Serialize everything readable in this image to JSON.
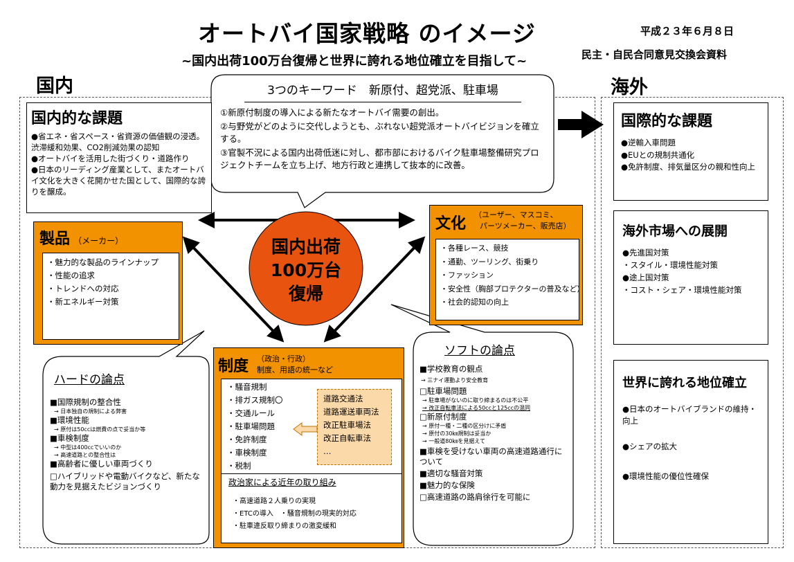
{
  "header": {
    "title": "オートバイ国家戦略 のイメージ",
    "subtitle": "~国内出荷100万台復帰と世界に誇れる地位確立を目指して~",
    "date": "平成２３年６月８日",
    "meeting": "民主・自民合同意見交換会資料"
  },
  "regions": {
    "domestic": "国内",
    "overseas": "海外"
  },
  "keywords": {
    "title": "3つのキーワード　新原付、超党派、駐車場",
    "items": [
      "①新原付制度の導入による新たなオートバイ需要の創出。",
      "②与野党がどのように交代しようとも、ぶれない超党派オートバイビジョンを確立する。",
      "③官製不況による国内出荷低迷に対し、都市部におけるバイク駐車場整備研究プロジェクトチームを立ち上げ、地方行政と連携して抜本的に改善。"
    ]
  },
  "domestic_issues": {
    "title": "国内的な課題",
    "items": [
      "●省エネ・省スペース・省資源の価値観の浸透。渋滞緩和効果、CO2削減効果の認知",
      "●オートバイを活用した街づくり・道路作り",
      "●日本のリーディング産業として、またオートバイ文化を大きく花開かせた国として、国際的な誇りを醸成。"
    ]
  },
  "center": {
    "line1": "国内出荷",
    "line2": "100万台",
    "line3": "復帰"
  },
  "product": {
    "title": "製品",
    "sub": "（メーカー）",
    "items": [
      "・魅力的な製品のラインナップ",
      "・性能の追求",
      "・トレンドへの対応",
      "・新エネルギー対策"
    ]
  },
  "culture": {
    "title": "文化",
    "sub1": "（ユーザー、マスコミ、",
    "sub2": "パーツメーカー、販売店）",
    "items": [
      "・各種レース、競技",
      "・通勤、ツーリング、街乗り",
      "・ファッション",
      "・安全性（胸部プロテクターの普及など）",
      "・社会的認知の向上"
    ]
  },
  "system": {
    "title": "制度",
    "sub1": "（政治・行政）",
    "sub2": "制度、用語の統一など",
    "items": [
      "・騒音規制",
      "・排ガス規制〇",
      "・交通ルール",
      "・駐車場問題",
      "・免許制度",
      "・車検制度",
      "・税制"
    ],
    "laws": [
      "道路交通法",
      "道路運送車両法",
      "改正駐車場法",
      "改正自転車法",
      "…"
    ],
    "efforts_title": "政治家による近年の取り組み",
    "efforts": [
      "・高速道路２人乗りの実現",
      "・ETCの導入　・騒音規制の現実的対応",
      "・駐車違反取り締まりの激変緩和"
    ]
  },
  "hard": {
    "title": "ハードの論点",
    "items": [
      {
        "text": "■国際規制の整合性",
        "note": "→ 日本独自の規制による弊害"
      },
      {
        "text": "■環境性能",
        "note": "→ 原付は50ccは燃費の点で妥当か等"
      },
      {
        "text": "■車検制度",
        "note": "→ 中型は400ccでいいのか"
      },
      {
        "text": "",
        "note": "→ 高速道路との整合性は"
      },
      {
        "text": "■高齢者に優しい車両づくり",
        "note": ""
      },
      {
        "text": "□ハイブリッドや電動バイクなど、新たな動力を見据えたビジョンづくり",
        "note": ""
      }
    ]
  },
  "soft": {
    "title": "ソフトの論点",
    "items": [
      {
        "text": "■学校教育の観点",
        "notes": [
          "→ 三ナイ運動より安全教育"
        ]
      },
      {
        "text": "□駐車場問題",
        "notes": [
          "→ 駐車場がないのに取り締まるのは不公平",
          "→ 改正自転車法による50ccと125ccの混同"
        ]
      },
      {
        "text": "□新原付制度",
        "notes": [
          "→ 原付一種・二種の区分けに矛盾",
          "→ 原付の30㎞規制は妥当か",
          "→ 一般道80㎞を見据えて"
        ]
      },
      {
        "text": "■車検を受けない車両の高速道路通行について",
        "notes": []
      },
      {
        "text": "■適切な騒音対策",
        "notes": []
      },
      {
        "text": "■魅力的な保険",
        "notes": []
      },
      {
        "text": "□高速道路の路肩徐行を可能に",
        "notes": []
      }
    ]
  },
  "intl_issues": {
    "title": "国際的な課題",
    "items": [
      "●逆輸入車問題",
      "●EUとの規制共通化",
      "●免許制度、排気量区分の親和性向上"
    ]
  },
  "overseas_market": {
    "title": "海外市場への展開",
    "items": [
      "●先進国対策",
      "・スタイル・環境性能対策",
      "●途上国対策",
      "・コスト・シェア・環境性能対策"
    ]
  },
  "world_position": {
    "title": "世界に誇れる地位確立",
    "items": [
      "●日本のオートバイブランドの維持・向上",
      "●シェアの拡大",
      "●環境性能の優位性確保"
    ]
  },
  "colors": {
    "orange": "#f39200",
    "center_orange": "#e8530f",
    "law_bg": "#fbd9a8"
  }
}
